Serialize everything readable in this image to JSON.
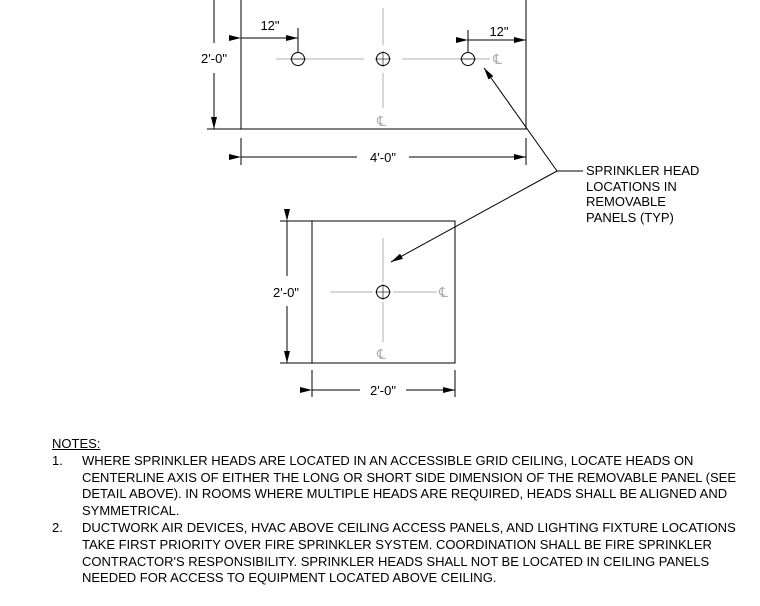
{
  "drawing": {
    "top_panel": {
      "width_dim": "4'-0\"",
      "height_dim": "2'-0\"",
      "left_offset_dim": "12\"",
      "right_offset_dim": "12\"",
      "centerline_symbol": "℄"
    },
    "bottom_panel": {
      "width_dim": "2'-0\"",
      "height_dim": "2'-0\"",
      "centerline_symbol": "℄"
    },
    "callout": {
      "lines": [
        "SPRINKLER HEAD",
        "LOCATIONS IN",
        "REMOVABLE",
        "PANELS (TYP)"
      ]
    }
  },
  "notes": {
    "title": "NOTES:",
    "items": [
      {
        "number": "1.",
        "text": "WHERE SPRINKLER HEADS ARE LOCATED IN AN ACCESSIBLE GRID CEILING, LOCATE HEADS ON CENTERLINE AXIS OF EITHER THE LONG OR SHORT SIDE DIMENSION OF THE REMOVABLE PANEL (SEE DETAIL ABOVE). IN ROOMS WHERE MULTIPLE HEADS ARE REQUIRED, HEADS SHALL BE ALIGNED AND SYMMETRICAL."
      },
      {
        "number": "2.",
        "text": "DUCTWORK AIR DEVICES, HVAC ABOVE CEILING ACCESS PANELS, AND LIGHTING FIXTURE LOCATIONS TAKE FIRST PRIORITY OVER FIRE SPRINKLER SYSTEM. COORDINATION SHALL BE FIRE SPRINKLER CONTRACTOR'S RESPONSIBILITY. SPRINKLER HEADS SHALL NOT BE LOCATED IN CEILING PANELS NEEDED FOR ACCESS TO EQUIPMENT LOCATED ABOVE CEILING."
      }
    ]
  }
}
